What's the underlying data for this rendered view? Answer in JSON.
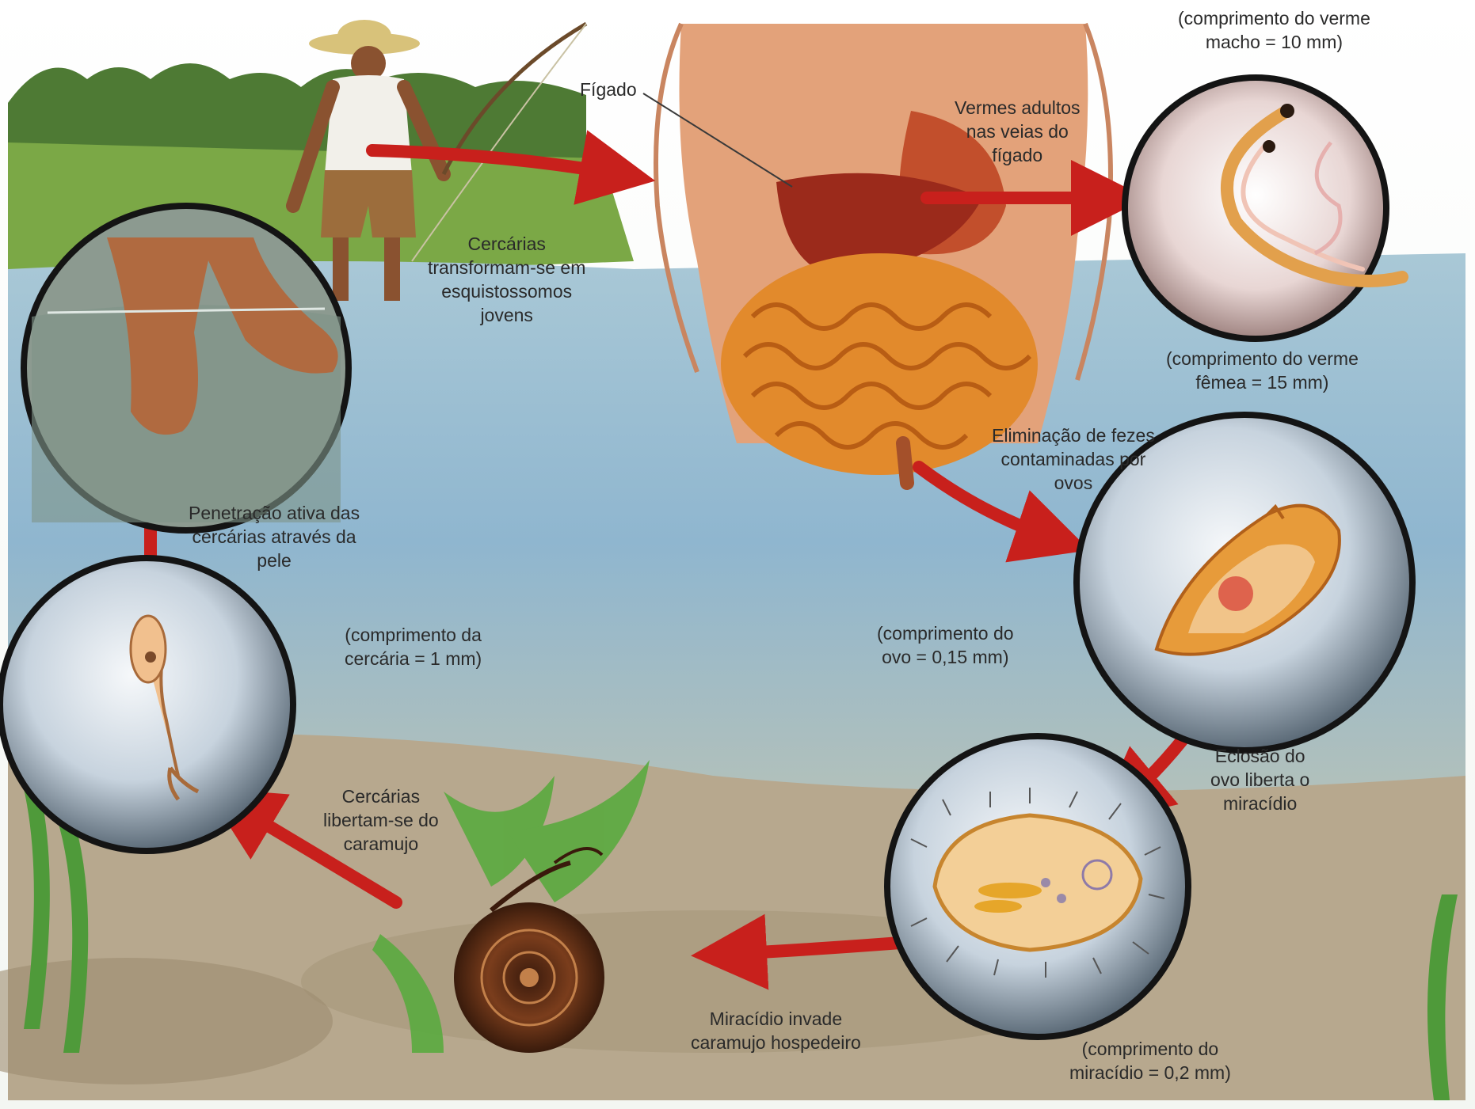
{
  "labels": {
    "figado": "Fígado",
    "male_length": [
      "(comprimento do verme",
      "macho = 10 mm)"
    ],
    "adult_worms": [
      "Vermes adultos",
      "nas veias do",
      "fígado"
    ],
    "cercariae_transform": [
      "Cercárias",
      "transformam-se em",
      "esquistossomos",
      "jovens"
    ],
    "female_length": [
      "(comprimento do verme",
      "fêmea = 15 mm)"
    ],
    "elimination": [
      "Eliminação de fezes",
      "contaminadas por",
      "ovos"
    ],
    "penetration": [
      "Penetração ativa das",
      "cercárias através da",
      "pele"
    ],
    "cercaria_length": [
      "(comprimento da",
      "cercária = 1 mm)"
    ],
    "egg_length": [
      "(comprimento do",
      "ovo = 0,15 mm)"
    ],
    "hatching": [
      "Eclosão do",
      "ovo liberta o",
      "miracídio"
    ],
    "cercariae_leave": [
      "Cercárias",
      "libertam-se do",
      "caramujo"
    ],
    "miracidium_invades": [
      "Miracídio invade",
      "caramujo hospedeiro"
    ],
    "miracidium_length": [
      "(comprimento do",
      "miracídio = 0,2 mm)"
    ]
  },
  "colors": {
    "arrow": "#c8201c",
    "water": "#8fb8d0",
    "grass": "#7aa83c",
    "skin": "#e3a27a",
    "lens_ring": "#141414",
    "label_text": "#2a2a2a"
  },
  "icons": [
    "man-fishing",
    "feet-in-water",
    "human-torso",
    "adult-worms",
    "egg",
    "miracidium",
    "snail",
    "cercaria"
  ]
}
